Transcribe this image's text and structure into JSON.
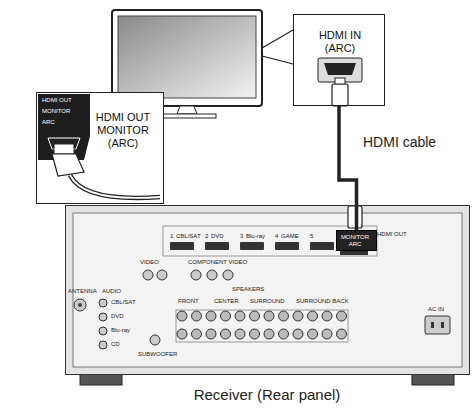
{
  "diagram": {
    "nodes": [
      {
        "text": [
          "HDMI IN (ARC)"
        ]
      },
      {
        "text": [
          "HDMI OUT MONITOR (ARC)"
        ]
      },
      {
        "text": [
          "Receiver (Rear panel)"
        ]
      },
      {
        "text": [
          "MONITOR",
          "ARC"
        ],
        "in": 2
      }
    ],
    "edges": [
      {
        "from": 0,
        "to": 3,
        "arrow": "none",
        "label": "HDMI cable"
      }
    ],
    "labels": [
      "HDMI OUT",
      "MONITOR",
      "ARC",
      "HDMI OUT",
      "ANTENNA",
      "AUDIO",
      "CBL/SAT",
      "DVD",
      "Blu-ray",
      "CD",
      "SUBWOOFER",
      "VIDEO",
      "COMPONENT VIDEO",
      "1",
      "CBL/SAT",
      "2",
      "DVD",
      "3",
      "Blu-ray",
      "4",
      "GAME",
      "5",
      "SPEAKERS",
      "FRONT",
      "CENTER",
      "SURROUND",
      "SURROUND BACK",
      "AC IN"
    ]
  }
}
